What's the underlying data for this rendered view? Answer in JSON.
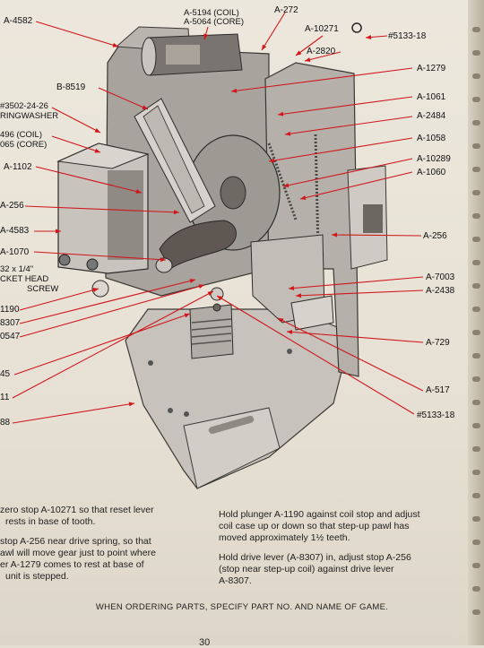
{
  "callouts": {
    "a4582": "A-4582",
    "a5194": "A-5194 (COIL)",
    "a5064": "A-5064 (CORE)",
    "a272": "A-272",
    "a10271": "A-10271",
    "p5133_top": "#5133-18",
    "a2820": "A-2820",
    "b8519": "B-8519",
    "a1279": "A-1279",
    "p3502a": "#3502-24-26",
    "p3502b": "RINGWASHER",
    "a1061": "A-1061",
    "a2484": "A-2484",
    "coil496": "496 (COIL)",
    "core065": "065 (CORE)",
    "a1058": "A-1058",
    "a1102": "A-1102",
    "a10289": "A-10289",
    "a1060": "A-1060",
    "a256_left": "A-256",
    "a256_right": "A-256",
    "a4583": "A-4583",
    "a1070": "A-1070",
    "screw1": "32 x 1/4\"",
    "screw2": "CKET HEAD",
    "screw3": "SCREW",
    "a7003": "A-7003",
    "a2438": "A-2438",
    "l1190": "1190",
    "l8307": "8307",
    "l0547": "0547",
    "a729": "A-729",
    "l45": "45",
    "l11": "11",
    "a517": "A-517",
    "l88": "88",
    "p5133_bottom": "#5133-18"
  },
  "instructions": {
    "left_p1_l1": "zero stop A-10271 so that reset lever",
    "left_p1_l2": "rests in base of tooth.",
    "left_p2_l1": "stop A-256 near drive spring, so that",
    "left_p2_l2": "awl will move gear just to point where",
    "left_p2_l3": "er A-1279 comes to rest at base of",
    "left_p2_l4": "unit is stepped.",
    "right_p1_l1": "Hold plunger A-1190 against coil stop and adjust",
    "right_p1_l2": "coil case up or down so that step-up pawl has",
    "right_p1_l3": "moved approximately 1½ teeth.",
    "right_p2_l1": "Hold drive lever (A-8307) in, adjust stop A-256",
    "right_p2_l2": "(stop near step-up coil) against drive lever",
    "right_p2_l3": "A-8307."
  },
  "footer": "WHEN ORDERING PARTS, SPECIFY PART NO. AND NAME OF GAME.",
  "page_number": "30",
  "colors": {
    "leader": "#d0161b",
    "metal": "#9a9a96",
    "metal_dark": "#5c5b57",
    "bracket": "#b3aea6",
    "coil": "#6e665c"
  }
}
